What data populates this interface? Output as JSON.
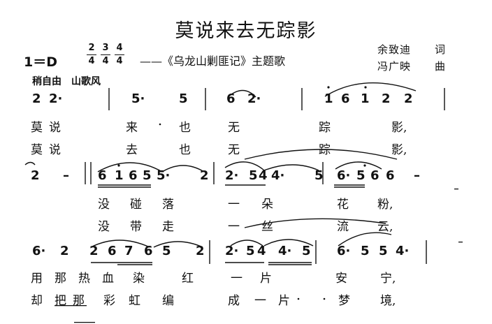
{
  "header": {
    "title": "莫说来去无踪影",
    "key": "1＝D",
    "meter_top": [
      "2",
      "3",
      "4"
    ],
    "meter_bottom": [
      "4",
      "4",
      "4"
    ],
    "subtitle": "——《乌龙山剿匪记》主题歌",
    "lyricist": "余致迪",
    "lyricist_role": "词",
    "composer": "冯广映",
    "composer_role": "曲",
    "tempo": "稍自由　山歌风"
  },
  "lines": [
    {
      "notes": [
        {
          "t": "2"
        },
        {
          "t": "2·"
        },
        {
          "t": "5·"
        },
        {
          "t": "5"
        },
        {
          "t": "6"
        },
        {
          "t": "2·"
        },
        {
          "t": "1"
        },
        {
          "t": "6"
        },
        {
          "t": "1"
        },
        {
          "t": "2"
        },
        {
          "t": "2"
        }
      ],
      "verses": [
        [
          "莫",
          "说",
          "来",
          "也",
          "无",
          "踪",
          "影,"
        ],
        [
          "莫",
          "说",
          "去",
          "也",
          "无",
          "踪",
          "影,"
        ]
      ]
    },
    {
      "notes": [
        {
          "t": "2"
        },
        {
          "t": "–"
        },
        {
          "t": "6"
        },
        {
          "t": "1"
        },
        {
          "t": "6"
        },
        {
          "t": "5"
        },
        {
          "t": "5·"
        },
        {
          "t": "2"
        },
        {
          "t": "2·"
        },
        {
          "t": "5"
        },
        {
          "t": "4"
        },
        {
          "t": "4·"
        },
        {
          "t": "5"
        },
        {
          "t": "6·"
        },
        {
          "t": "5"
        },
        {
          "t": "6"
        },
        {
          "t": "6"
        },
        {
          "t": "–"
        }
      ],
      "verses": [
        [
          "没",
          "碰",
          "落",
          "一",
          "朵",
          "花",
          "粉,"
        ],
        [
          "没",
          "带",
          "走",
          "一",
          "丝",
          "流",
          "云,"
        ]
      ]
    },
    {
      "notes": [
        {
          "t": "6·"
        },
        {
          "t": "2"
        },
        {
          "t": "2"
        },
        {
          "t": "6"
        },
        {
          "t": "7"
        },
        {
          "t": "6"
        },
        {
          "t": "5"
        },
        {
          "t": "2"
        },
        {
          "t": "2·"
        },
        {
          "t": "5"
        },
        {
          "t": "4"
        },
        {
          "t": "4·"
        },
        {
          "t": "5"
        },
        {
          "t": "6·"
        },
        {
          "t": "5"
        },
        {
          "t": "5"
        },
        {
          "t": "4·"
        }
      ],
      "verses": [
        [
          "用",
          "那",
          "热",
          "血",
          "染",
          "红",
          "一",
          "片",
          "安",
          "宁,"
        ],
        [
          "却",
          "把",
          "那",
          "彩",
          "虹",
          "编",
          "成",
          "一",
          "片",
          "梦",
          "境,"
        ]
      ]
    }
  ]
}
